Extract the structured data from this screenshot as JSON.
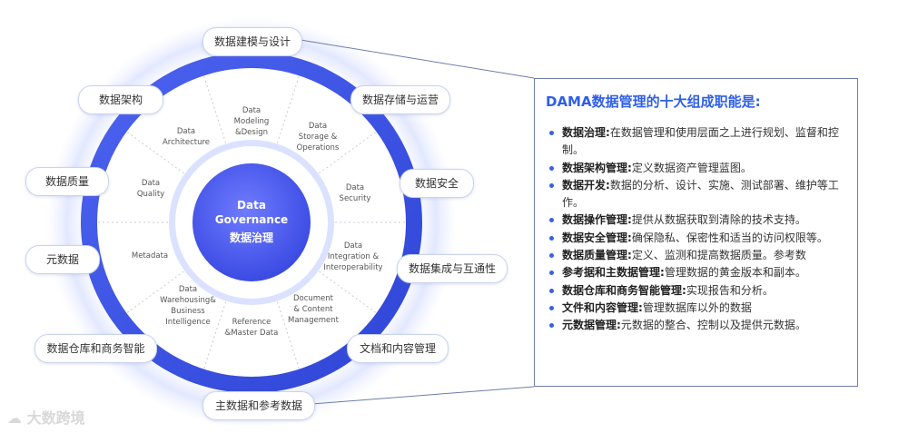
{
  "center": {
    "title_line1": "Data",
    "title_line2": "Governance",
    "title_cn": "数据治理"
  },
  "sectors": [
    {
      "line1": "Data",
      "line2": "Modeling",
      "line3": "&Design"
    },
    {
      "line1": "Data",
      "line2": "Storage &",
      "line3": "Operations"
    },
    {
      "line1": "Data",
      "line2": "Security"
    },
    {
      "line1": "Data",
      "line2": "Integration &",
      "line3": "Interoperability"
    },
    {
      "line1": "Document",
      "line2": "& Content",
      "line3": "Management"
    },
    {
      "line1": "Reference",
      "line2": "&Master Data"
    },
    {
      "line1": "Data",
      "line2": "Warehousing&",
      "line3": "Business",
      "line4": "Intelligence"
    },
    {
      "line1": "Metadata"
    },
    {
      "line1": "Data",
      "line2": "Quality"
    },
    {
      "line1": "Data",
      "line2": "Architecture"
    }
  ],
  "labels": {
    "modeling": "数据建模与设计",
    "storage": "数据存储与运营",
    "security": "数据安全",
    "integration": "数据集成与互通性",
    "document": "文档和内容管理",
    "master": "主数据和参考数据",
    "warehouse": "数据仓库和商务智能",
    "metadata": "元数据",
    "quality": "数据质量",
    "architecture": "数据架构"
  },
  "panel": {
    "title": "DAMA数据管理的十大组成职能是:",
    "items": [
      {
        "term": "数据治理:",
        "desc": "在数据管理和使用层面之上进行规划、监督和控制。"
      },
      {
        "term": "数据架构管理:",
        "desc": "定义数据资产管理蓝图。"
      },
      {
        "term": "数据开发:",
        "desc": "数据的分析、设计、实施、测试部署、维护等工作。"
      },
      {
        "term": "数据操作管理:",
        "desc": "提供从数据获取到清除的技术支持。"
      },
      {
        "term": "数据安全管理:",
        "desc": "确保隐私、保密性和适当的访问权限等。"
      },
      {
        "term": "数据质量管理:",
        "desc": "定义、监测和提高数据质量。参考数"
      },
      {
        "term": "参考据和主数据管理:",
        "desc": "管理数据的黄金版本和副本。"
      },
      {
        "term": "数据仓库和商务智能管理:",
        "desc": "实现报告和分析。"
      },
      {
        "term": "文件和内容管理:",
        "desc": "管理数据库以外的数据"
      },
      {
        "term": "元数据管理:",
        "desc": "元数据的整合、控制以及提供元数据。"
      }
    ]
  },
  "watermark": "大数跨境",
  "colors": {
    "ring": "#3f5ae6",
    "center": "#4a5ff0",
    "accent": "#2f5fe8"
  }
}
